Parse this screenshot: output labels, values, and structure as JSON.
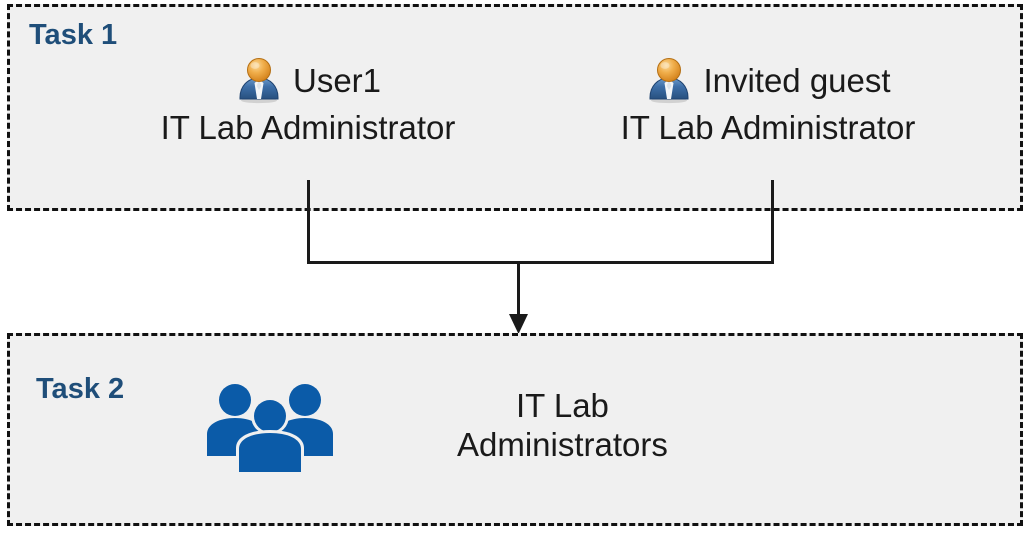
{
  "diagram": {
    "title": "Task 1 / Task 2 IT Lab Administrators assignment flow",
    "background_color": "#FFFFFF",
    "box_fill_color": "#F0F0F0",
    "box_border_color": "#111111",
    "label_color": "#1F4E79",
    "text_color": "#1A1A1A",
    "group_icon_color": "#0B5BA8",
    "user_icon_head_color": "#E8A33D",
    "user_icon_body_color": "#3C6EA5"
  },
  "task1": {
    "label": "Task 1",
    "people": [
      {
        "icon": "user-icon",
        "name": "User1",
        "role": "IT Lab Administrator"
      },
      {
        "icon": "user-icon",
        "name": "Invited guest",
        "role": "IT Lab Administrator"
      }
    ]
  },
  "task2": {
    "label": "Task 2",
    "group": {
      "icon": "group-of-users-icon",
      "name_line1": "IT Lab",
      "name_line2": "Administrators"
    }
  },
  "connector": {
    "type": "merge-arrow",
    "direction": "down",
    "from": [
      "User1",
      "Invited guest"
    ],
    "to": "IT Lab Administrators"
  }
}
